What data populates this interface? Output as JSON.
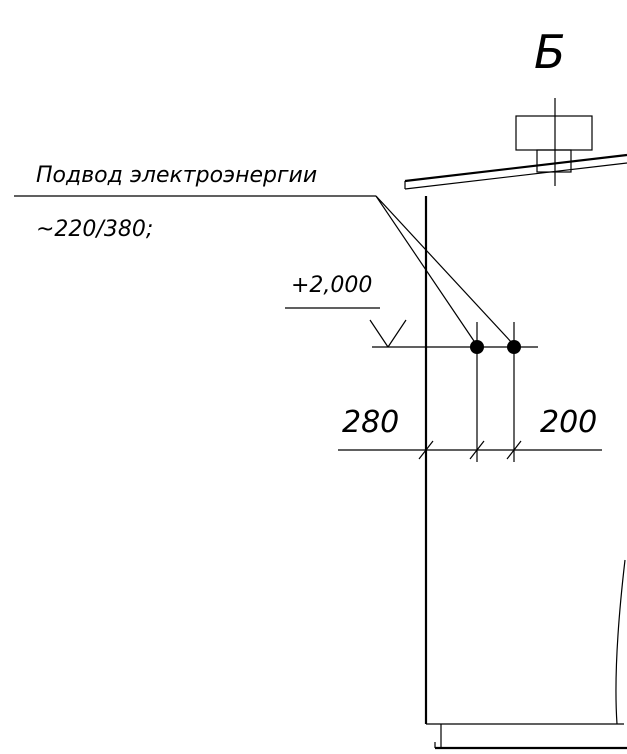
{
  "view_label": "Б",
  "callout": {
    "line1": "Подвод электроэнергии",
    "line2": "~220/380;"
  },
  "elevation": {
    "label": "+2,000"
  },
  "dimensions": {
    "left_label": "280",
    "right_label": "200"
  },
  "colors": {
    "line": "#000000",
    "background": "#ffffff"
  }
}
